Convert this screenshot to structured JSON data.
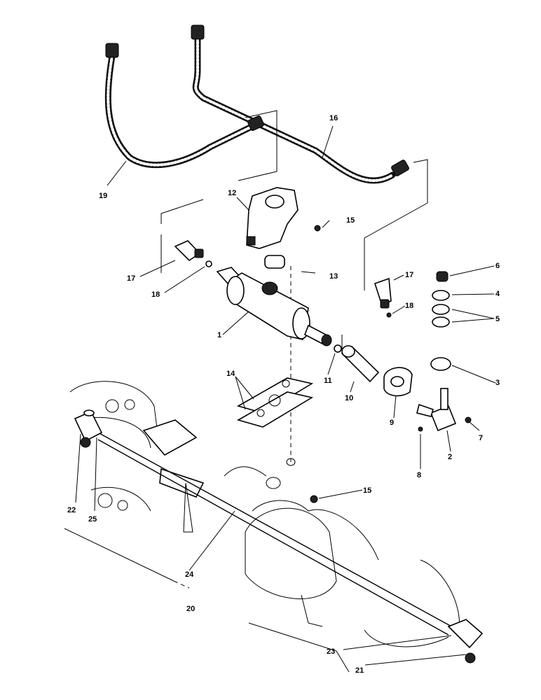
{
  "callouts": {
    "c1": "1",
    "c2": "2",
    "c3": "3",
    "c4": "4",
    "c5": "5",
    "c6": "6",
    "c7": "7",
    "c8": "8",
    "c9": "9",
    "c10": "10",
    "c11": "11",
    "c12": "12",
    "c13": "13",
    "c14": "14",
    "c15a": "15",
    "c15b": "15",
    "c16": "16",
    "c17a": "17",
    "c17b": "17",
    "c18a": "18",
    "c18b": "18",
    "c19": "19",
    "c20": "20",
    "c21": "21",
    "c22": "22",
    "c23": "23",
    "c24": "24",
    "c25": "25"
  }
}
